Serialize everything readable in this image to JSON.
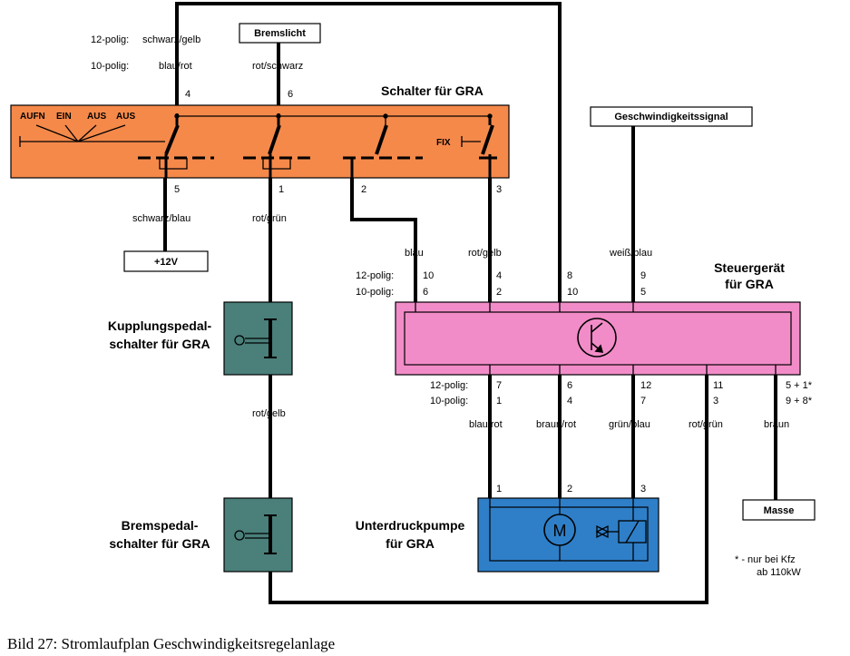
{
  "colors": {
    "switch_panel": "#F5894A",
    "control_unit": "#F28CC8",
    "pedal_switch": "#4A7F7A",
    "pump": "#2E7FC8"
  },
  "labels": {
    "polig12": "12-polig:",
    "polig10": "10-polig:",
    "schalter_title": "Schalter für GRA",
    "aufn": "AUFN",
    "ein": "EIN",
    "aus1": "AUS",
    "aus2": "AUS",
    "fix": "FIX",
    "steuer_line1": "Steuergerät",
    "steuer_line2": "für GRA",
    "kupplung_line1": "Kupplungspedal-",
    "kupplung_line2": "schalter für GRA",
    "brems_line1": "Bremspedal-",
    "brems_line2": "schalter für GRA",
    "pumpe_line1": "Unterdruckpumpe",
    "pumpe_line2": "für GRA",
    "motor": "M",
    "footnote_line1": "*  - nur bei Kfz",
    "footnote_line2": "ab 110kW",
    "caption": "Bild 27: Stromlaufplan Geschwindigkeitsregelanlage"
  },
  "boxes": {
    "bremslicht": "Bremslicht",
    "geschwindigkeit": "Geschwindigkeitssignal",
    "plus12v": "+12V",
    "masse": "Masse"
  },
  "top_wires": {
    "w1": {
      "c12": "schwarz/gelb",
      "c10": "blau/rot",
      "pin": "4"
    },
    "w2": {
      "color": "rot/schwarz",
      "pin": "6"
    }
  },
  "switch_bottom": {
    "p5": {
      "pin": "5",
      "color": "schwarz/blau"
    },
    "p1": {
      "pin": "1",
      "color": "rot/grün"
    },
    "p2": {
      "pin": "2"
    },
    "p3": {
      "pin": "3"
    }
  },
  "control_inputs": [
    {
      "color": "blau",
      "p12": "10",
      "p10": "6"
    },
    {
      "color": "rot/gelb",
      "p12": "4",
      "p10": "2"
    },
    {
      "color": "",
      "p12": "8",
      "p10": "10"
    },
    {
      "color": "weiß/blau",
      "p12": "9",
      "p10": "5"
    }
  ],
  "control_outputs": [
    {
      "p12": "7",
      "p10": "1",
      "color": "blau/rot"
    },
    {
      "p12": "6",
      "p10": "4",
      "color": "braun/rot"
    },
    {
      "p12": "12",
      "p10": "7",
      "color": "grün/blau"
    },
    {
      "p12": "11",
      "p10": "3",
      "color": "rot/grün"
    },
    {
      "p12": "5 + 1*",
      "p10": "9 + 8*",
      "color": "braun"
    }
  ],
  "kupplung_wire_color": "rot/gelb",
  "pump_pins": [
    "1",
    "2",
    "3"
  ]
}
